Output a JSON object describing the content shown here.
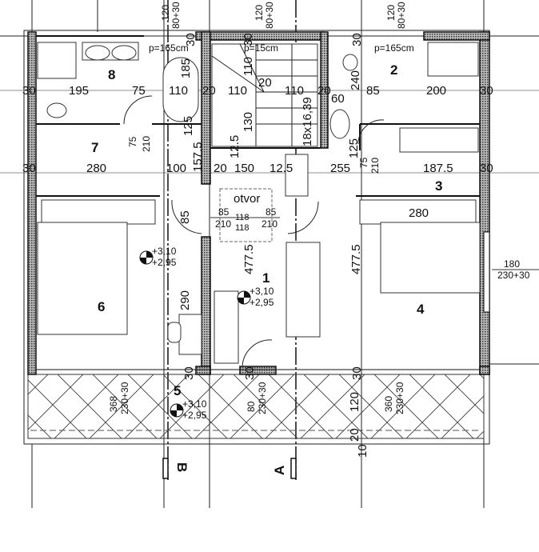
{
  "title": "Floor plan - upper floor",
  "rooms": {
    "r1": "1",
    "r2": "2",
    "r3": "3",
    "r4": "4",
    "r5": "5",
    "r6": "6",
    "r7": "7",
    "r8": "8"
  },
  "openings_top": {
    "w1a": "120",
    "w1b": "80+30",
    "w2a": "120",
    "w2b": "80+30",
    "w3a": "120",
    "w3b": "80+30"
  },
  "parapets": {
    "p1": "p=165cm",
    "p2": "p=15cm",
    "p3": "p=165cm"
  },
  "dims_row1": {
    "a": "30",
    "b": "195",
    "c": "75",
    "d": "110",
    "e": "20",
    "f": "110",
    "g": "20",
    "h": "110",
    "i": "20",
    "j": "60",
    "k": "240",
    "l": "85",
    "m": "200",
    "n": "30"
  },
  "dims_row2": {
    "a": "30",
    "b": "280",
    "c": "100",
    "d": "20",
    "e": "150",
    "f": "12.5",
    "g": "255",
    "h": "187.5",
    "i": "30"
  },
  "dims_vertical": {
    "v185": "185",
    "v110": "110",
    "v130": "130",
    "v125a": "125",
    "v125b": "12.5",
    "v125c": "125",
    "stairs": "18x16,39",
    "v157": "157.5",
    "v85": "85",
    "v477a": "477.5",
    "v477b": "477.5",
    "v290": "290",
    "bed280": "280",
    "t30a": "30",
    "t30b": "30",
    "t30c": "30",
    "b30a": "30",
    "b30b": "30",
    "b30c": "30"
  },
  "doors": {
    "d7a": "75",
    "d7b": "210",
    "d2a": "75",
    "d2b": "210"
  },
  "opening": {
    "label": "otvor",
    "l85": "85",
    "l210": "210",
    "m118a": "118",
    "m118b": "118",
    "r85": "85",
    "r210": "210"
  },
  "levels": {
    "a1": "+3,10",
    "a2": "+2,95",
    "b1": "+3,10",
    "b2": "+2,95",
    "c1": "+3,10",
    "c2": "+2,95"
  },
  "right_window": {
    "w": "180",
    "h": "230+30"
  },
  "terrace": {
    "w1a": "368",
    "w1b": "230+30",
    "w2a": "80",
    "w2b": "230+30",
    "w3a": "360",
    "w3b": "230+30",
    "d120": "120",
    "d20": "20",
    "d10": "10"
  },
  "sections": {
    "a": "A",
    "b": "B"
  }
}
